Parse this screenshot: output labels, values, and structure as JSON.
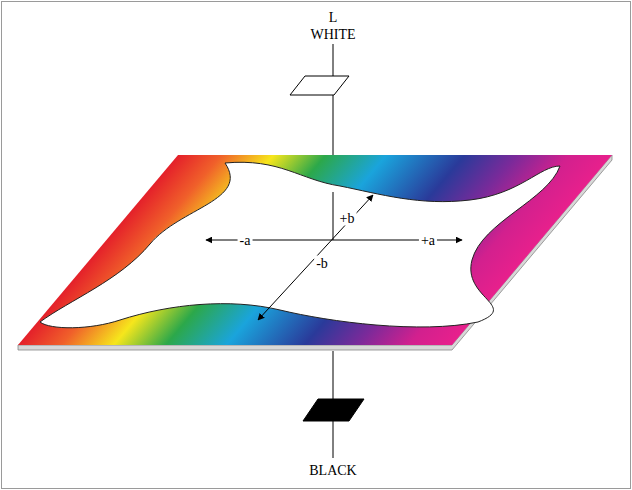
{
  "diagram": {
    "labels": [
      "L",
      "WHITE",
      "-a",
      "+a",
      "+b",
      "-b",
      "BLACK"
    ]
  }
}
